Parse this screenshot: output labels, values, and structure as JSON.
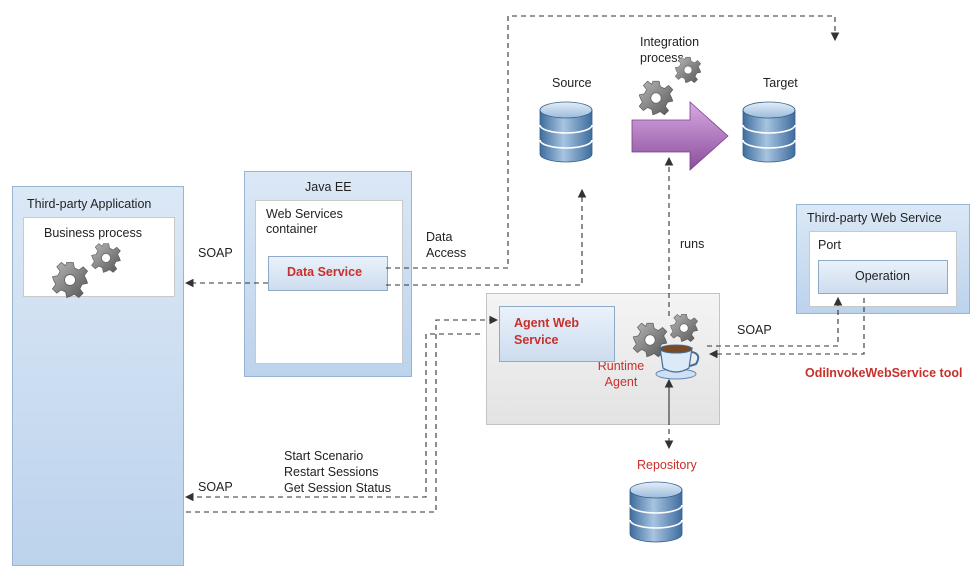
{
  "colors": {
    "accent_red": "#c8302c",
    "box_blue": "#c8dbef",
    "box_grey": "#e8e8e8",
    "db_blue": "#5d87b4",
    "arrow_purple": "#a56bb5"
  },
  "third_party_app": {
    "title": "Third-party Application",
    "business_process": "Business process"
  },
  "java_ee": {
    "title": "Java EE",
    "container": "Web Services container",
    "data_service": "Data Service"
  },
  "agent": {
    "web_service": "Agent Web Service",
    "runtime": "Runtime Agent"
  },
  "third_party_ws": {
    "title": "Third-party Web Service",
    "port": "Port",
    "operation": "Operation",
    "tool": "OdiInvokeWebService tool"
  },
  "labels": {
    "source": "Source",
    "target": "Target",
    "integration": "Integration process",
    "repository": "Repository",
    "runs": "runs",
    "data_access": "Data Access",
    "soap_top": "SOAP",
    "soap_bottom": "SOAP",
    "soap_right": "SOAP",
    "operations": [
      "Start Scenario",
      "Restart Sessions",
      "Get Session Status"
    ]
  },
  "icons": [
    "gears-icon",
    "database-icon",
    "coffee-cup-icon",
    "process-arrow-icon"
  ]
}
